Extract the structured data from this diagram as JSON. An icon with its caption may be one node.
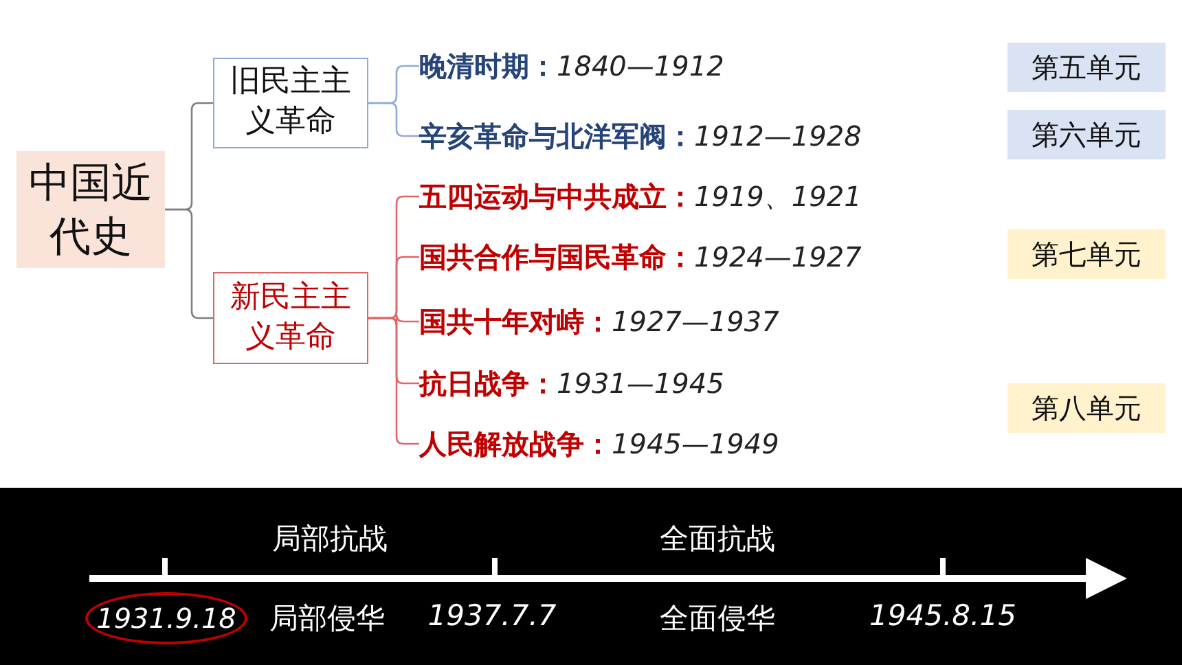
{
  "diagram": {
    "nodes": [
      {
        "text": [
          "中国近代史"
        ]
      },
      {
        "text": [
          "旧民主主义革命"
        ]
      },
      {
        "text": [
          "新民主主义革命"
        ]
      },
      {
        "text": [
          "晚清时期：",
          "1840—1912"
        ]
      },
      {
        "text": [
          "辛亥革命与北洋军阀：",
          "1912—1928"
        ]
      },
      {
        "text": [
          "五四运动与中共成立：",
          "1919、1921"
        ]
      },
      {
        "text": [
          "国共合作与国民革命：",
          "1924—1927"
        ]
      },
      {
        "text": [
          "国共十年对峙：",
          "1927—1937"
        ]
      },
      {
        "text": [
          "抗日战争：",
          "1931—1945"
        ]
      },
      {
        "text": [
          "人民解放战争：",
          "1945—1949"
        ]
      },
      {
        "text": [
          "第五单元"
        ]
      },
      {
        "text": [
          "第六单元"
        ]
      },
      {
        "text": [
          "第七单元"
        ]
      },
      {
        "text": [
          "第八单元"
        ]
      },
      {
        "text": [
          "1931.9.18"
        ]
      }
    ],
    "edges": [
      {
        "from": 0,
        "to": 1,
        "arrow": "none",
        "color": "#7f7f7f"
      },
      {
        "from": 0,
        "to": 2,
        "arrow": "none",
        "color": "#7f7f7f"
      },
      {
        "from": 1,
        "to": 3,
        "arrow": "none",
        "color": "#8eaadb"
      },
      {
        "from": 1,
        "to": 4,
        "arrow": "none",
        "color": "#8eaadb"
      },
      {
        "from": 2,
        "to": 5,
        "arrow": "none",
        "color": "#e06666"
      },
      {
        "from": 2,
        "to": 6,
        "arrow": "none",
        "color": "#e06666"
      },
      {
        "from": 2,
        "to": 7,
        "arrow": "none",
        "color": "#e06666"
      },
      {
        "from": 2,
        "to": 8,
        "arrow": "none",
        "color": "#e06666"
      },
      {
        "from": 2,
        "to": 9,
        "arrow": "none",
        "color": "#e06666"
      }
    ],
    "labels": [
      "局部抗战",
      "全面抗战",
      "局部侵华",
      "1937.7.7",
      "全面侵华",
      "1945.8.15"
    ]
  }
}
